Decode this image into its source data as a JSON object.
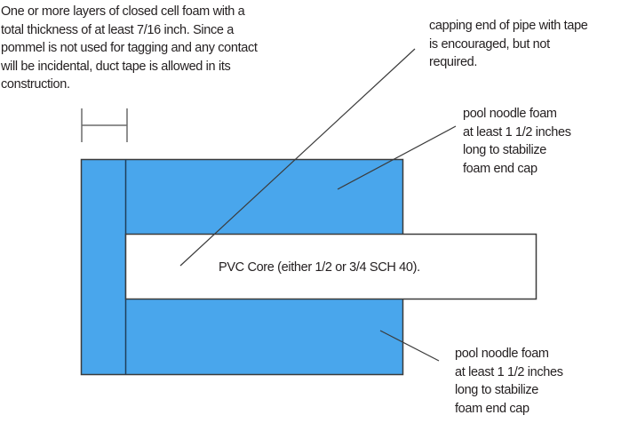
{
  "colors": {
    "foam_fill": "#49a6ec",
    "outline": "#3b3b3b",
    "core_fill": "#ffffff",
    "leader_line": "#3b3b3b",
    "text": "#231f20"
  },
  "annotations": {
    "foam_layers": {
      "lines": [
        "One or more layers of closed cell foam with a",
        "total thickness of at least 7/16 inch. Since a",
        "pommel is not used for tagging and any contact",
        "will be incidental, duct tape is allowed in its",
        "construction."
      ]
    },
    "pipe_cap": {
      "lines": [
        "capping end of pipe with tape",
        "is encouraged, but not",
        "required."
      ]
    },
    "pool_noodle_top": {
      "lines": [
        "pool noodle foam",
        "at least 1 1/2 inches",
        "long to stabilize",
        "foam end cap"
      ]
    },
    "pool_noodle_bottom": {
      "lines": [
        "pool noodle foam",
        "at least 1 1/2 inches",
        "long to stabilize",
        "foam end cap"
      ]
    }
  },
  "components": {
    "pvc_core_label": "PVC Core (either 1/2 or 3/4 SCH 40).",
    "foam_end_cap": "closed cell foam layers",
    "pool_noodle": "pool noodle foam",
    "dimension_marker": "foam thickness"
  }
}
